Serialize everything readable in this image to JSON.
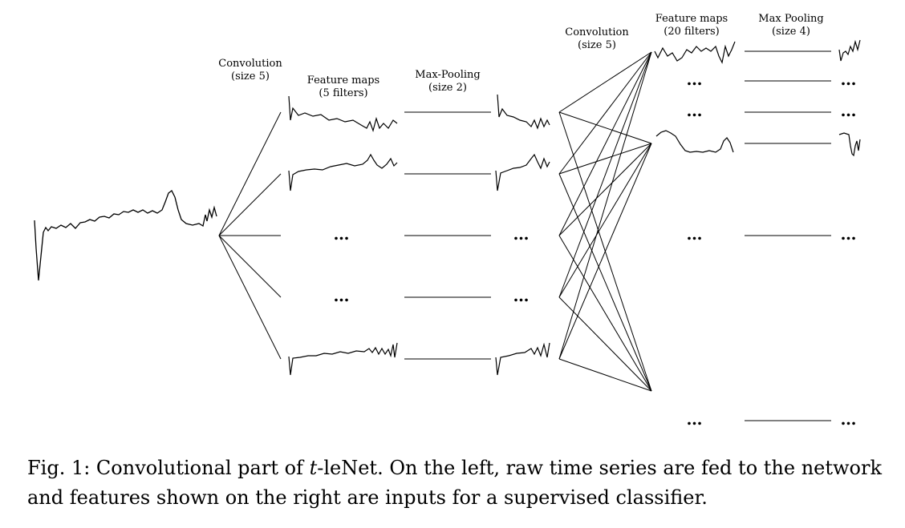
{
  "labels": {
    "conv1": [
      "Convolution",
      "(size 5)"
    ],
    "fmaps1": [
      "Feature maps",
      "(5 filters)"
    ],
    "pool1": [
      "Max-Pooling",
      "(size 2)"
    ],
    "conv2": [
      "Convolution",
      "(size 5)"
    ],
    "fmaps2": [
      "Feature maps",
      "(20 filters)"
    ],
    "pool2": [
      "Max Pooling",
      "(size 4)"
    ]
  },
  "ellipsis": "…",
  "caption": {
    "prefix": "Fig. 1: Convolutional part of ",
    "model_t": "t",
    "model_rest": "-leNet",
    "suffix": ". On the left, raw time series are fed to the network and features shown on the right are inputs for a supervised classifier."
  }
}
